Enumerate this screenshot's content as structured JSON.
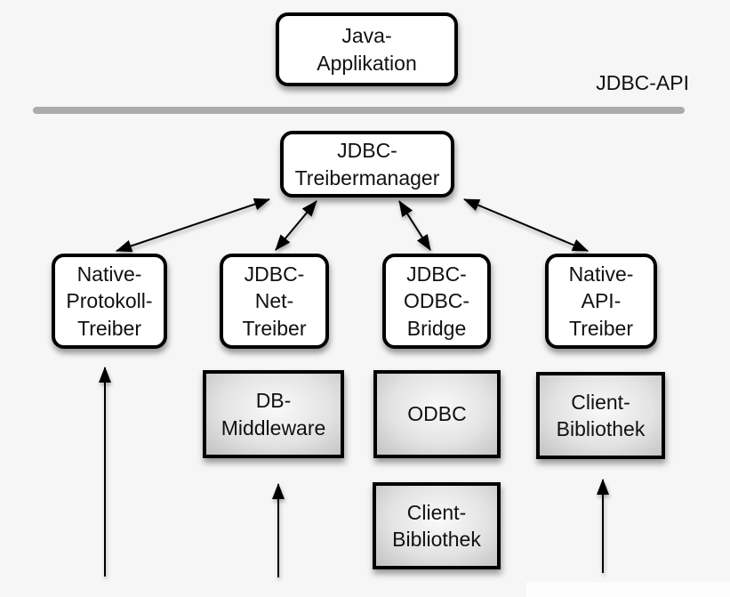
{
  "diagram": {
    "jdbc_api_label": "JDBC-API",
    "boxes": {
      "java_app": {
        "lines": [
          "Java-",
          "Applikation"
        ]
      },
      "treibermanager": {
        "lines": [
          "JDBC-",
          "Treibermanager"
        ]
      },
      "native_protokoll": {
        "lines": [
          "Native-",
          "Protokoll-",
          "Treiber"
        ]
      },
      "jdbc_net": {
        "lines": [
          "JDBC-",
          "Net-",
          "Treiber"
        ]
      },
      "jdbc_odbc": {
        "lines": [
          "JDBC-",
          "ODBC-",
          "Bridge"
        ]
      },
      "native_api": {
        "lines": [
          "Native-",
          "API-",
          "Treiber"
        ]
      },
      "db_middleware": {
        "lines": [
          "DB-",
          "Middleware"
        ]
      },
      "odbc": {
        "lines": [
          "ODBC"
        ]
      },
      "client_bib_mitte": {
        "lines": [
          "Client-",
          "Bibliothek"
        ]
      },
      "client_bib_rechts": {
        "lines": [
          "Client-",
          "Bibliothek"
        ]
      }
    },
    "colors": {
      "background": "#f6f6f6",
      "box_fill": "#ffffff",
      "box_border": "#000000",
      "gray_fill_light": "#fafafa",
      "gray_fill_dark": "#c2c2c2",
      "divider": "#ababab",
      "text": "#111111",
      "arrow": "#000000",
      "highlight": "#fdfdfd"
    }
  }
}
